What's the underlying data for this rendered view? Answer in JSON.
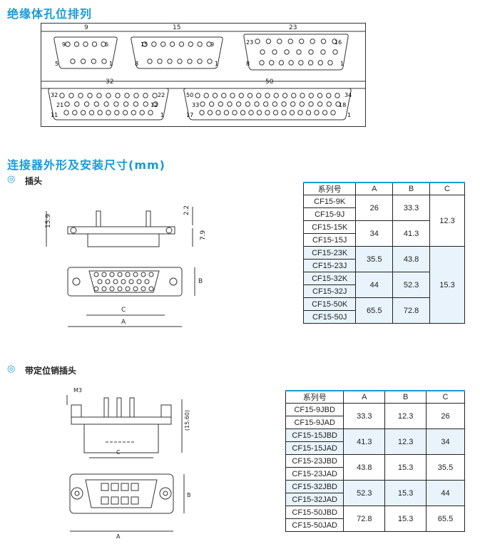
{
  "section1": {
    "title": "绝缘体孔位排列"
  },
  "layout_labels": {
    "9": "9",
    "15": "15",
    "23": "23",
    "32": "32",
    "50": "50"
  },
  "pin_numbers": {
    "c9": [
      "9",
      "6",
      "5",
      "1"
    ],
    "c15": [
      "15",
      "9",
      "8",
      "1"
    ],
    "c23": [
      "23",
      "16",
      "8",
      "1"
    ],
    "c32": [
      "32",
      "22",
      "11",
      "21",
      "12",
      "1"
    ],
    "c50": [
      "50",
      "34",
      "33",
      "18",
      "17",
      "1"
    ]
  },
  "section2": {
    "title": "连接器外形及安装尺寸(mm)"
  },
  "plug": {
    "bullet": "◎",
    "label": "插头",
    "dims": {
      "d15_9": "15.9",
      "d2_2": "2.2",
      "d7_9": "7.9",
      "B": "B",
      "C": "C",
      "A": "A"
    },
    "table": {
      "headers": [
        "系列号",
        "A",
        "B",
        "C"
      ],
      "rows": [
        {
          "codes": [
            "CF15-9K",
            "CF15-9J"
          ],
          "A": "26",
          "B": "33.3"
        },
        {
          "codes": [
            "CF15-15K",
            "CF15-15J"
          ],
          "A": "34",
          "B": "41.3"
        },
        {
          "codes": [
            "CF15-23K",
            "CF15-23J"
          ],
          "A": "35.5",
          "B": "43.8"
        },
        {
          "codes": [
            "CF15-32K",
            "CF15-32J"
          ],
          "A": "44",
          "B": "52.3"
        },
        {
          "codes": [
            "CF15-50K",
            "CF15-50J"
          ],
          "A": "65.5",
          "B": "72.8"
        }
      ],
      "c_values": [
        "12.3",
        "15.3"
      ]
    }
  },
  "locking": {
    "bullet": "◎",
    "label": "带定位销插头",
    "dims": {
      "m3": "M3",
      "d1560": "(15.60)",
      "C": "C",
      "A": "A",
      "B": "B"
    },
    "table": {
      "headers": [
        "系列号",
        "A",
        "B",
        "C"
      ],
      "rows": [
        {
          "codes": [
            "CF15-9JBD",
            "CF15-9JAD"
          ],
          "A": "33.3",
          "B": "12.3",
          "C": "26"
        },
        {
          "codes": [
            "CF15-15JBD",
            "CF15-15JAD"
          ],
          "A": "41.3",
          "B": "12.3",
          "C": "34"
        },
        {
          "codes": [
            "CF15-23JBD",
            "CF15-23JAD"
          ],
          "A": "43.8",
          "B": "15.3",
          "C": "35.5"
        },
        {
          "codes": [
            "CF15-32JBD",
            "CF15-32JAD"
          ],
          "A": "52.3",
          "B": "15.3",
          "C": "44"
        },
        {
          "codes": [
            "CF15-50JBD",
            "CF15-50JAD"
          ],
          "A": "72.8",
          "B": "15.3",
          "C": "65.5"
        }
      ]
    }
  }
}
